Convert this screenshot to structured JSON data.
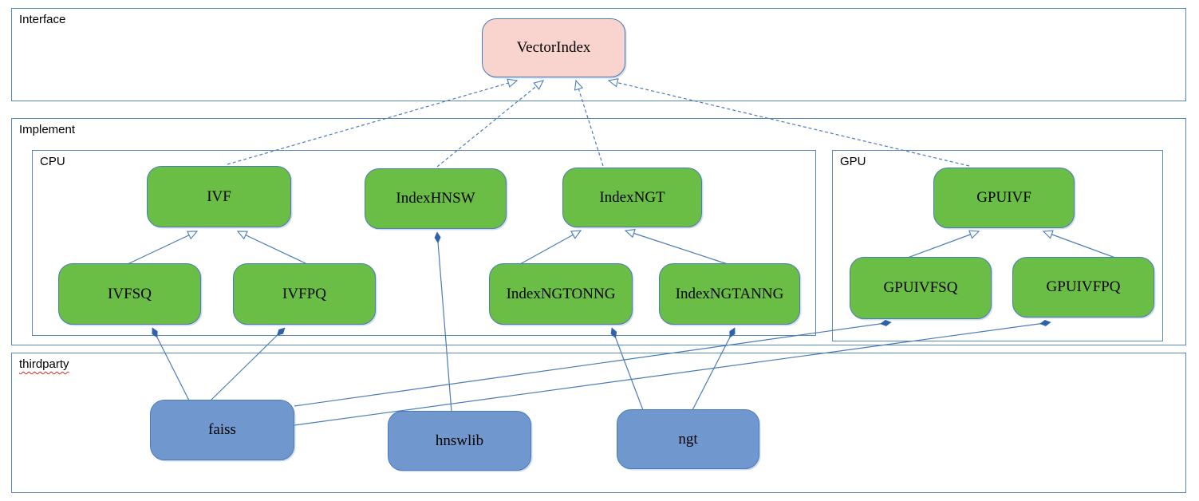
{
  "diagram": {
    "containers": {
      "interface": {
        "label": "Interface"
      },
      "implement": {
        "label": "Implement"
      },
      "cpu": {
        "label": "CPU"
      },
      "gpu": {
        "label": "GPU"
      },
      "thirdparty": {
        "label": "thirdparty"
      }
    },
    "nodes": {
      "vectorindex": {
        "label": "VectorIndex",
        "kind": "interface"
      },
      "ivf": {
        "label": "IVF",
        "kind": "cpu-class"
      },
      "indexhnsw": {
        "label": "IndexHNSW",
        "kind": "cpu-class"
      },
      "indexngt": {
        "label": "IndexNGT",
        "kind": "cpu-class"
      },
      "ivfsq": {
        "label": "IVFSQ",
        "kind": "cpu-class"
      },
      "ivfpq": {
        "label": "IVFPQ",
        "kind": "cpu-class"
      },
      "indexngtonng": {
        "label": "IndexNGTONNG",
        "kind": "cpu-class"
      },
      "indexngtanng": {
        "label": "IndexNGTANNG",
        "kind": "cpu-class"
      },
      "gpuivf": {
        "label": "GPUIVF",
        "kind": "gpu-class"
      },
      "gpuivfsq": {
        "label": "GPUIVFSQ",
        "kind": "gpu-class"
      },
      "gpuivfpq": {
        "label": "GPUIVFPQ",
        "kind": "gpu-class"
      },
      "faiss": {
        "label": "faiss",
        "kind": "thirdparty-lib"
      },
      "hnswlib": {
        "label": "hnswlib",
        "kind": "thirdparty-lib"
      },
      "ngt": {
        "label": "ngt",
        "kind": "thirdparty-lib"
      }
    },
    "edges": [
      {
        "from": "IVF",
        "to": "VectorIndex",
        "type": "realization-dashed-hollow-arrow"
      },
      {
        "from": "IndexHNSW",
        "to": "VectorIndex",
        "type": "realization-dashed-hollow-arrow"
      },
      {
        "from": "IndexNGT",
        "to": "VectorIndex",
        "type": "realization-dashed-hollow-arrow"
      },
      {
        "from": "GPUIVF",
        "to": "VectorIndex",
        "type": "realization-dashed-hollow-arrow"
      },
      {
        "from": "IVFSQ",
        "to": "IVF",
        "type": "generalization-hollow-arrow"
      },
      {
        "from": "IVFPQ",
        "to": "IVF",
        "type": "generalization-hollow-arrow"
      },
      {
        "from": "IndexNGTONNG",
        "to": "IndexNGT",
        "type": "generalization-hollow-arrow"
      },
      {
        "from": "IndexNGTANNG",
        "to": "IndexNGT",
        "type": "generalization-hollow-arrow"
      },
      {
        "from": "GPUIVFSQ",
        "to": "GPUIVF",
        "type": "generalization-hollow-arrow"
      },
      {
        "from": "GPUIVFPQ",
        "to": "GPUIVF",
        "type": "generalization-hollow-arrow"
      },
      {
        "from": "faiss",
        "to": "IVFSQ",
        "type": "composition-filled-diamond"
      },
      {
        "from": "faiss",
        "to": "IVFPQ",
        "type": "composition-filled-diamond"
      },
      {
        "from": "faiss",
        "to": "GPUIVFSQ",
        "type": "composition-filled-diamond"
      },
      {
        "from": "faiss",
        "to": "GPUIVFPQ",
        "type": "composition-filled-diamond"
      },
      {
        "from": "hnswlib",
        "to": "IndexHNSW",
        "type": "composition-filled-diamond"
      },
      {
        "from": "ngt",
        "to": "IndexNGTONNG",
        "type": "composition-filled-diamond"
      },
      {
        "from": "ngt",
        "to": "IndexNGTANNG",
        "type": "composition-filled-diamond"
      }
    ],
    "colors": {
      "class-green": "#6abd45",
      "lib-blue": "#7097ce",
      "interface-pink": "#f9d3ce",
      "edge-blue": "#4a7cba",
      "diamond-blue": "#2f62ad",
      "container-border": "#5b87c0",
      "squiggle-red": "#cc2b1d",
      "text": "#000000"
    }
  }
}
